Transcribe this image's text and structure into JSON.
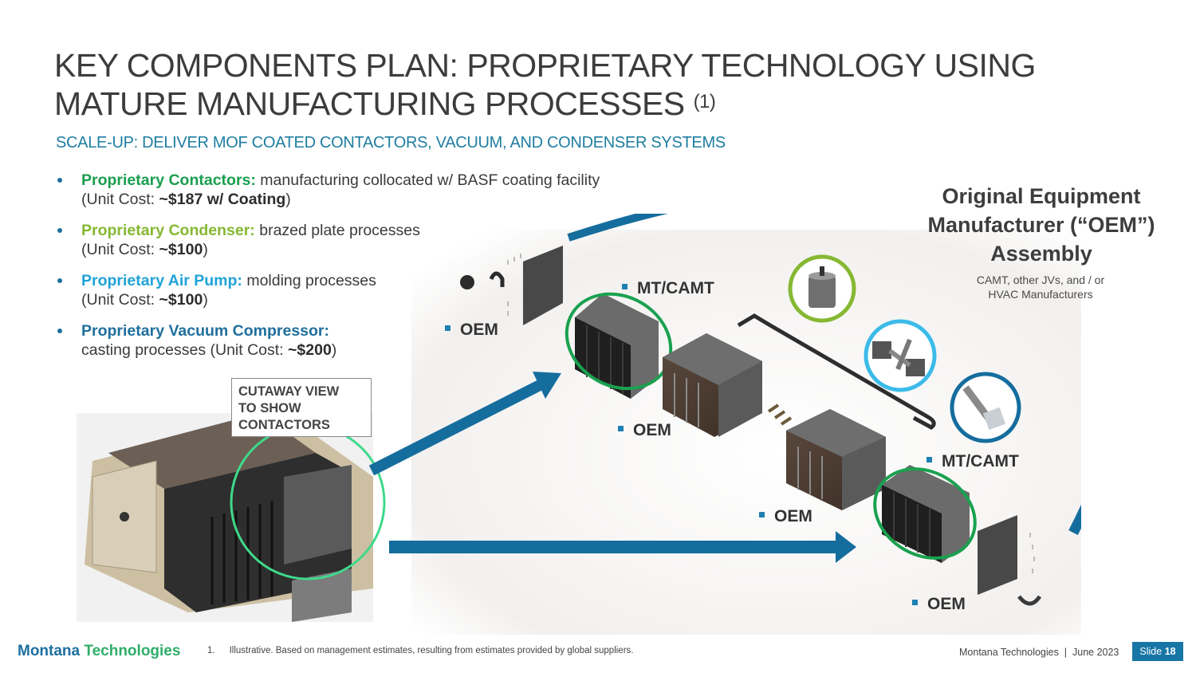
{
  "title": {
    "line1": "KEY COMPONENTS PLAN: PROPRIETARY TECHNOLOGY USING",
    "line2": "MATURE MANUFACTURING PROCESSES",
    "footnote_ref": "(1)"
  },
  "subtitle": "SCALE-UP: DELIVER MOF COATED CONTACTORS, VACUUM, AND CONDENSER SYSTEMS",
  "bullets": [
    {
      "head": "Proprietary Contactors:",
      "text": " manufacturing collocated w/ BASF coating facility",
      "cost_prefix": "(Unit Cost: ",
      "cost": "~$187 w/ Coating",
      "cost_suffix": ")",
      "color": "#1a9e4f"
    },
    {
      "head": "Proprietary Condenser:",
      "text": " brazed plate processes",
      "cost_prefix": "(Unit Cost: ",
      "cost": "~$100",
      "cost_suffix": ")",
      "color": "#86b832"
    },
    {
      "head": "Proprietary Air Pump:",
      "text": " molding processes",
      "cost_prefix": "(Unit Cost: ",
      "cost": "~$100",
      "cost_suffix": ")",
      "color": "#1fa3d8"
    },
    {
      "head": "Proprietary Vacuum Compressor:",
      "text": "",
      "cost_prefix": "casting processes (Unit Cost: ",
      "cost": "~$200",
      "cost_suffix": ")",
      "color": "#1f6f9c"
    }
  ],
  "callout": {
    "line1": "CUTAWAY VIEW",
    "line2": "TO SHOW",
    "line3": "CONTACTORS"
  },
  "oem": {
    "title_line1": "Original Equipment",
    "title_line2": "Manufacturer (“OEM”)",
    "title_line3": "Assembly",
    "sub_line1": "CAMT, other JVs, and / or",
    "sub_line2": "HVAC Manufacturers"
  },
  "labels": {
    "oem_left": "OEM",
    "mtcamt_top": "MT/CAMT",
    "oem_middle": "OEM",
    "oem_lower": "OEM",
    "mtcamt_right": "MT/CAMT",
    "oem_bottom": "OEM"
  },
  "colors": {
    "arrow": "#156d9e",
    "contactor_ring": "#1aa14f",
    "condenser_ring": "#86b832",
    "airpump_ring": "#3bbbe8",
    "compressor_ring": "#156d9e",
    "cutaway_ring": "#3fd98a"
  },
  "footer": {
    "logo_part1": "Montana",
    "logo_part2": "Technologies",
    "footnote_number": "1.",
    "footnote_text": "Illustrative. Based on management estimates, resulting from estimates provided by global suppliers.",
    "right_text": "Montana Technologies  |  June 2023",
    "slide_label": "Slide ",
    "slide_number": "18"
  }
}
